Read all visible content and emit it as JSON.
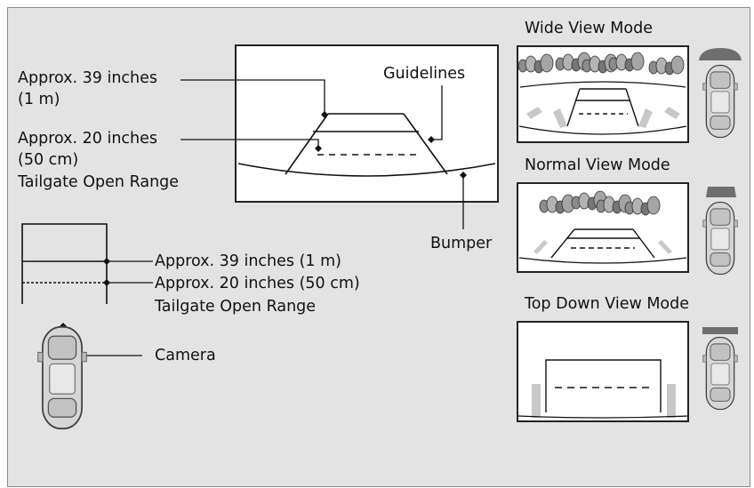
{
  "camera_screen": {
    "label_39": "Approx. 39 inches",
    "label_39_metric": "(1 m)",
    "label_20": "Approx. 20 inches",
    "label_20_metric": "(50 cm)",
    "label_tailgate": "Tailgate Open Range",
    "label_guidelines": "Guidelines",
    "label_bumper": "Bumper"
  },
  "top_view": {
    "label_39": "Approx. 39 inches (1 m)",
    "label_20": "Approx. 20 inches (50 cm)",
    "label_tailgate": "Tailgate Open Range",
    "label_camera": "Camera"
  },
  "modes": [
    {
      "title": "Wide View Mode"
    },
    {
      "title": "Normal View Mode"
    },
    {
      "title": "Top Down View Mode"
    }
  ],
  "colors": {
    "panel_bg": "#e3e3e3",
    "screen_bg": "#ffffff",
    "line": "#111111",
    "car_body": "#d9d9d9",
    "view_wedge": "#6e6e6e",
    "post": "#c8c8c8"
  }
}
